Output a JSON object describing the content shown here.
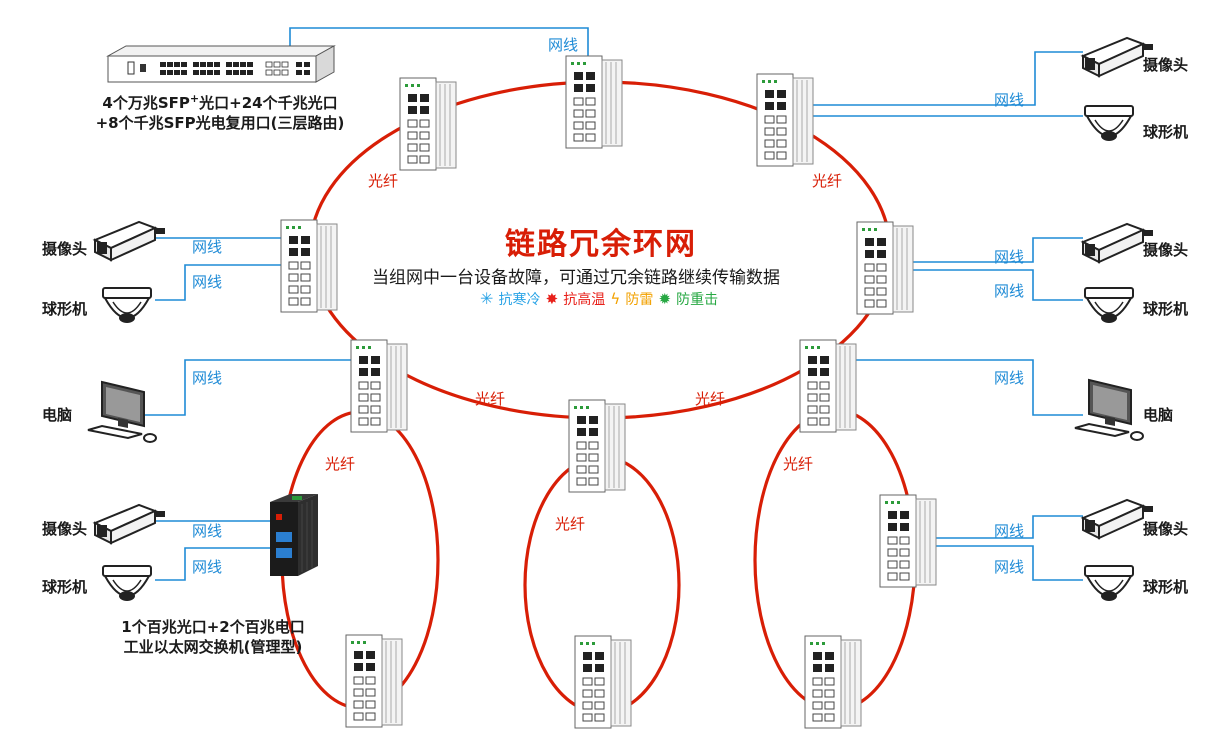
{
  "diagram": {
    "title": "链路冗余环网",
    "subtitle": "当组网中一台设备故障，可通过冗余链路继续传输数据",
    "features": [
      {
        "icon": "snowflake-icon",
        "label": "抗寒冷",
        "color": "#29a3e6"
      },
      {
        "icon": "sun-icon",
        "label": "抗高温",
        "color": "#e8201a"
      },
      {
        "icon": "lightning-icon",
        "label": "防雷",
        "color": "#f2a100"
      },
      {
        "icon": "burst-icon",
        "label": "防重击",
        "color": "#27a843"
      }
    ],
    "top_switch_caption": {
      "line1_prefix": "4个万兆SFP",
      "line1_sup": "+",
      "line1_suffix": "光口+24个千兆光口",
      "line2": "+8个千兆SFP光电复用口(三层路由)"
    },
    "bottom_switch_caption": {
      "line1": "1个百兆光口+2个百兆电口",
      "line2": "工业以太网交换机(管理型)"
    },
    "link_labels": {
      "network_cable": "网线",
      "fiber": "光纤"
    },
    "devices": {
      "camera": "摄像头",
      "dome": "球形机",
      "computer": "电脑"
    },
    "colors": {
      "fiber": "#d81e06",
      "cable": "#1f8bd6"
    }
  }
}
